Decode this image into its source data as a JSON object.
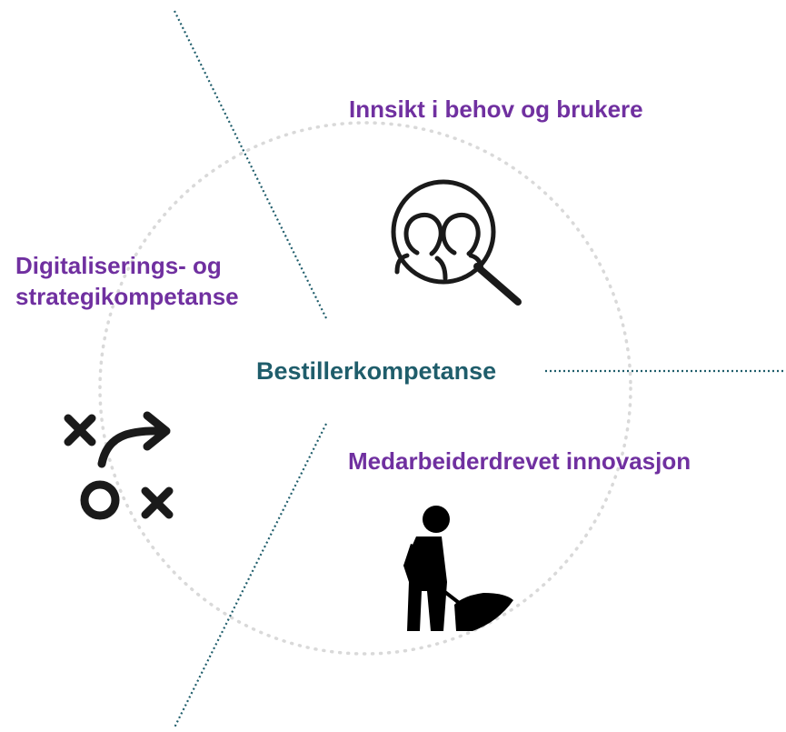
{
  "center_label": "Bestillerkompetanse",
  "segments": [
    {
      "label": "Innsikt i behov og brukere",
      "icon": "users-magnifier-icon"
    },
    {
      "label_lines": [
        "Digitaliserings- og",
        "strategikompetanse"
      ],
      "icon": "strategy-play-icon"
    },
    {
      "label": "Medarbeiderdrevet innovasjon",
      "icon": "worker-shovel-icon"
    }
  ],
  "colors": {
    "segment_text": "#7030a0",
    "center_text": "#1f5d6b",
    "divider": "#1f5d6b",
    "circle": "#d9d9d9",
    "icon": "#1a1a1a"
  }
}
